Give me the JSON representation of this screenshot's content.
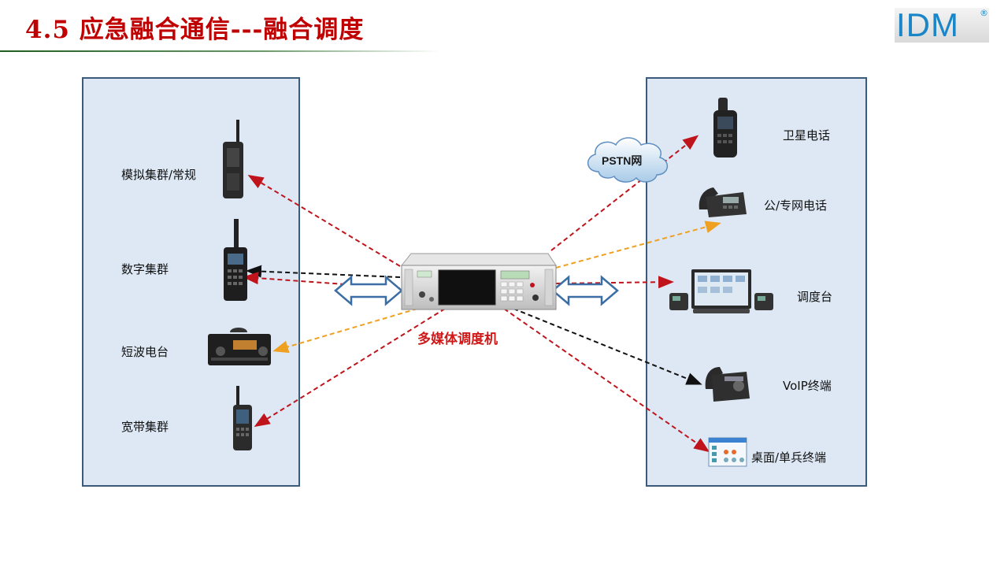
{
  "title": "4.5  应急融合通信---融合调度",
  "logo": {
    "text": "IDM",
    "reg": "®",
    "color": "#1a86c8"
  },
  "center": {
    "label": "多媒体调度机"
  },
  "cloud": {
    "label": "PSTN网"
  },
  "left_devices": [
    {
      "label": "模拟集群/常规",
      "icon": "analog-walkie-talkie-icon"
    },
    {
      "label": "数字集群",
      "icon": "digital-radio-icon"
    },
    {
      "label": "短波电台",
      "icon": "shortwave-radio-icon"
    },
    {
      "label": "宽带集群",
      "icon": "broadband-handset-icon"
    }
  ],
  "right_devices": [
    {
      "label": "卫星电话",
      "icon": "satellite-phone-icon"
    },
    {
      "label": "公/专网电话",
      "icon": "desk-phone-icon"
    },
    {
      "label": "调度台",
      "icon": "dispatch-console-icon"
    },
    {
      "label": "VoIP终端",
      "icon": "voip-phone-icon"
    },
    {
      "label": "桌面/单兵终端",
      "icon": "desktop-terminal-icon"
    }
  ],
  "colors": {
    "red_link": "#c0141c",
    "black_link": "#111111",
    "orange_link": "#f0a020",
    "panel_bg": "#dde8f4",
    "panel_border": "#3c5a7c",
    "title": "#c00000"
  }
}
